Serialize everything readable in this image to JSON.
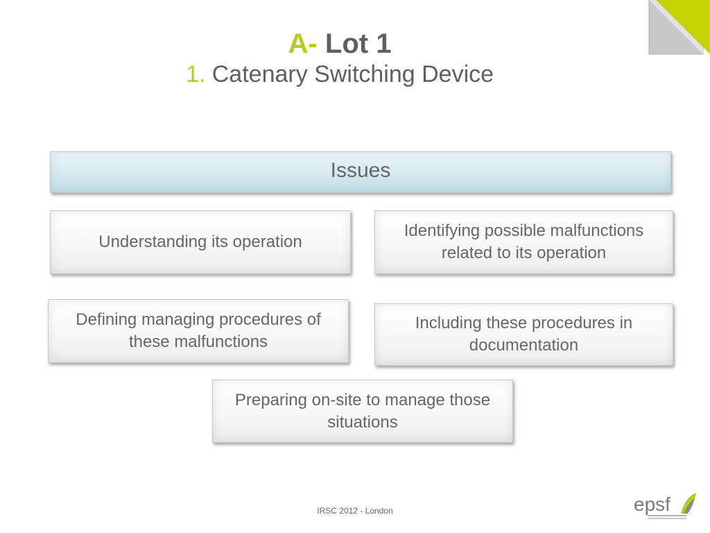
{
  "title": {
    "line1_prefix": "A-",
    "line1_text": "Lot 1",
    "line2_prefix": "1.",
    "line2_text": "Catenary Switching Device"
  },
  "issues_header": "Issues",
  "boxes": [
    "Understanding its operation",
    "Identifying possible malfunctions related to its operation",
    "Defining managing procedures of these malfunctions",
    "Including these procedures in documentation",
    "Preparing on-site to manage those situations"
  ],
  "footer": "IRSC 2012 - London",
  "logo": {
    "text": "epsf",
    "icon": "epsf-logo-icon"
  },
  "colors": {
    "accent": "#b8cc1c",
    "text": "#5f5f5f",
    "header_fill": "#d3e8ee"
  }
}
